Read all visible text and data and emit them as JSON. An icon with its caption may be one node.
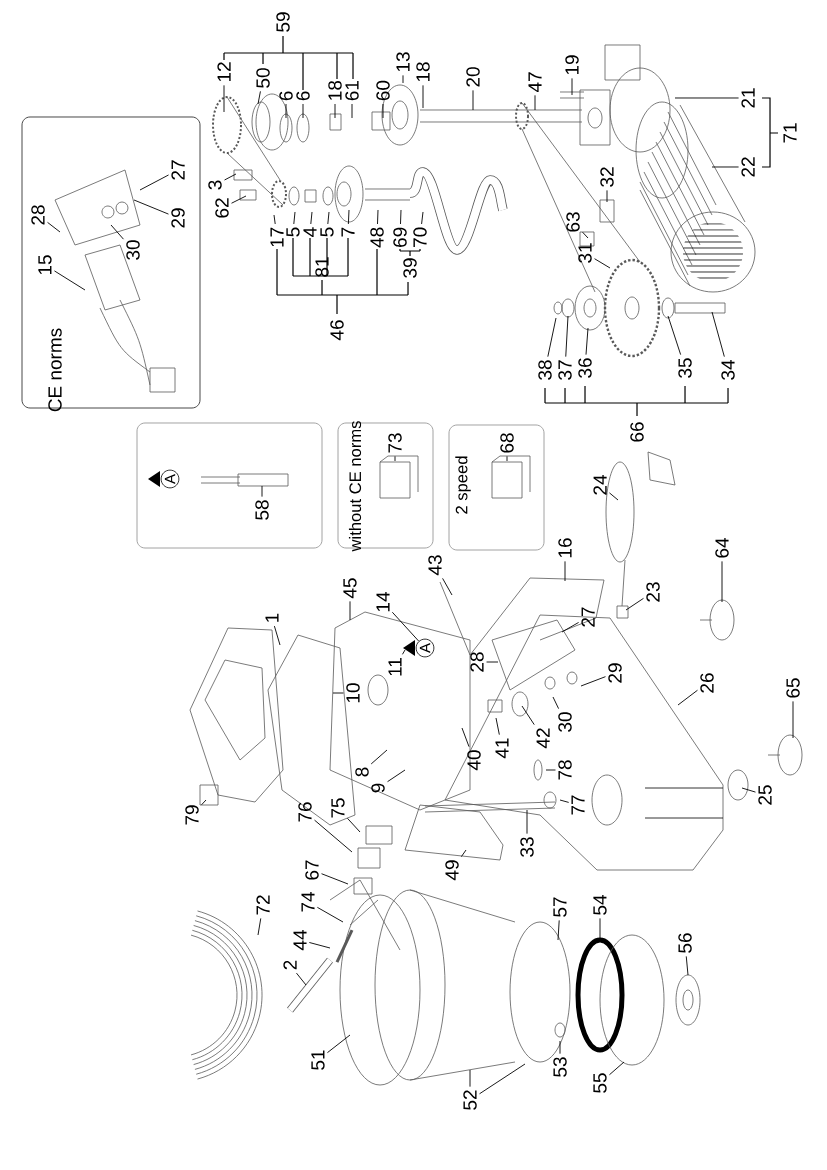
{
  "diagram": {
    "nodes": [
      {
        "text": [
          "CE norms"
        ]
      },
      {
        "text": [
          "15"
        ],
        "in": 0
      },
      {
        "text": [
          "28"
        ],
        "in": 0
      },
      {
        "text": [
          "27"
        ],
        "in": 0
      },
      {
        "text": [
          "29"
        ],
        "in": 0
      },
      {
        "text": [
          "30"
        ],
        "in": 0
      },
      {
        "text": [
          "12"
        ]
      },
      {
        "text": [
          "50"
        ]
      },
      {
        "text": [
          "6"
        ]
      },
      {
        "text": [
          "6"
        ]
      },
      {
        "text": [
          "18"
        ]
      },
      {
        "text": [
          "61"
        ]
      },
      {
        "text": [
          "60"
        ]
      },
      {
        "text": [
          "13"
        ]
      },
      {
        "text": [
          "18"
        ]
      },
      {
        "text": [
          "20"
        ]
      },
      {
        "text": [
          "47"
        ]
      },
      {
        "text": [
          "19"
        ]
      },
      {
        "text": [
          "21"
        ]
      },
      {
        "text": [
          "22"
        ]
      },
      {
        "text": [
          "3"
        ]
      },
      {
        "text": [
          "62"
        ]
      },
      {
        "text": [
          "17"
        ]
      },
      {
        "text": [
          "5"
        ]
      },
      {
        "text": [
          "4"
        ]
      },
      {
        "text": [
          "5"
        ]
      },
      {
        "text": [
          "7"
        ]
      },
      {
        "text": [
          "48"
        ]
      },
      {
        "text": [
          "69"
        ]
      },
      {
        "text": [
          "70"
        ]
      },
      {
        "text": [
          "32"
        ]
      },
      {
        "text": [
          "63"
        ]
      },
      {
        "text": [
          "31"
        ]
      },
      {
        "text": [
          "38"
        ]
      },
      {
        "text": [
          "37"
        ]
      },
      {
        "text": [
          "36"
        ]
      },
      {
        "text": [
          "35"
        ]
      },
      {
        "text": [
          "34"
        ]
      },
      {
        "text": [],
        "shape": "box"
      },
      {
        "text": [
          "A"
        ],
        "in": 38
      },
      {
        "text": [
          "58"
        ],
        "in": 38
      },
      {
        "text": [
          "without CE norms"
        ]
      },
      {
        "text": [
          "73"
        ],
        "in": 41
      },
      {
        "text": [
          "2 speed"
        ]
      },
      {
        "text": [
          "68"
        ],
        "in": 43
      },
      {
        "text": [
          "1"
        ]
      },
      {
        "text": [
          "45"
        ]
      },
      {
        "text": [
          "14"
        ]
      },
      {
        "text": [
          "A"
        ]
      },
      {
        "text": [
          "11"
        ]
      },
      {
        "text": [
          "10"
        ]
      },
      {
        "text": [
          "8"
        ]
      },
      {
        "text": [
          "9"
        ]
      },
      {
        "text": [
          "79"
        ]
      },
      {
        "text": [
          "76"
        ]
      },
      {
        "text": [
          "75"
        ]
      },
      {
        "text": [
          "67"
        ]
      },
      {
        "text": [
          "74"
        ]
      },
      {
        "text": [
          "44"
        ]
      },
      {
        "text": [
          "72"
        ]
      },
      {
        "text": [
          "2"
        ]
      },
      {
        "text": [
          "51"
        ]
      },
      {
        "text": [
          "43"
        ]
      },
      {
        "text": [
          "16"
        ]
      },
      {
        "text": [
          "24"
        ]
      },
      {
        "text": [
          "23"
        ]
      },
      {
        "text": [
          "27"
        ]
      },
      {
        "text": [
          "28"
        ]
      },
      {
        "text": [
          "29"
        ]
      },
      {
        "text": [
          "30"
        ]
      },
      {
        "text": [
          "42"
        ]
      },
      {
        "text": [
          "41"
        ]
      },
      {
        "text": [
          "40"
        ]
      },
      {
        "text": [
          "78"
        ]
      },
      {
        "text": [
          "77"
        ]
      },
      {
        "text": [
          "33"
        ]
      },
      {
        "text": [
          "49"
        ]
      },
      {
        "text": [
          "26"
        ]
      },
      {
        "text": [
          "64"
        ]
      },
      {
        "text": [
          "65"
        ]
      },
      {
        "text": [
          "25"
        ]
      },
      {
        "text": [
          "57"
        ]
      },
      {
        "text": [
          "54"
        ]
      },
      {
        "text": [
          "56"
        ]
      },
      {
        "text": [
          "53"
        ]
      },
      {
        "text": [
          "55"
        ]
      },
      {
        "text": [
          "52"
        ]
      }
    ],
    "edges": [
      {
        "from": 1,
        "to": null,
        "arrow": "none"
      },
      {
        "from": 2,
        "to": null,
        "arrow": "none"
      },
      {
        "from": 3,
        "to": null,
        "arrow": "none"
      },
      {
        "from": 4,
        "to": null,
        "arrow": "none"
      },
      {
        "from": 5,
        "to": null,
        "arrow": "none"
      },
      {
        "from": 6,
        "to": null,
        "arrow": "none"
      },
      {
        "from": 7,
        "to": null,
        "arrow": "none"
      },
      {
        "from": 8,
        "to": null,
        "arrow": "none"
      },
      {
        "from": 9,
        "to": null,
        "arrow": "none"
      },
      {
        "from": 10,
        "to": null,
        "arrow": "none"
      },
      {
        "from": 11,
        "to": null,
        "arrow": "none"
      },
      {
        "from": 12,
        "to": null,
        "arrow": "none"
      },
      {
        "from": 13,
        "to": null,
        "arrow": "none"
      },
      {
        "from": 14,
        "to": null,
        "arrow": "none"
      },
      {
        "from": 15,
        "to": null,
        "arrow": "none"
      },
      {
        "from": 16,
        "to": null,
        "arrow": "none"
      },
      {
        "from": 17,
        "to": null,
        "arrow": "none"
      },
      {
        "from": 18,
        "to": null,
        "arrow": "none"
      },
      {
        "from": 19,
        "to": null,
        "arrow": "none"
      },
      {
        "from": 20,
        "to": null,
        "arrow": "none"
      },
      {
        "from": 21,
        "to": null,
        "arrow": "none"
      },
      {
        "from": 22,
        "to": null,
        "arrow": "none"
      },
      {
        "from": 23,
        "to": null,
        "arrow": "none"
      },
      {
        "from": 24,
        "to": null,
        "arrow": "none"
      },
      {
        "from": 25,
        "to": null,
        "arrow": "none"
      },
      {
        "from": 26,
        "to": null,
        "arrow": "none"
      },
      {
        "from": 27,
        "to": null,
        "arrow": "none"
      },
      {
        "from": 28,
        "to": null,
        "arrow": "none"
      },
      {
        "from": 29,
        "to": null,
        "arrow": "none"
      },
      {
        "from": 30,
        "to": null,
        "arrow": "none"
      },
      {
        "from": 31,
        "to": null,
        "arrow": "none"
      },
      {
        "from": 32,
        "to": null,
        "arrow": "none"
      },
      {
        "from": 33,
        "to": null,
        "arrow": "none"
      },
      {
        "from": 34,
        "to": null,
        "arrow": "none"
      },
      {
        "from": 35,
        "to": null,
        "arrow": "none"
      },
      {
        "from": 36,
        "to": null,
        "arrow": "none"
      },
      {
        "from": 37,
        "to": null,
        "arrow": "none"
      },
      {
        "from": 40,
        "to": null,
        "arrow": "none"
      },
      {
        "from": 42,
        "to": null,
        "arrow": "none"
      },
      {
        "from": 44,
        "to": null,
        "arrow": "none"
      },
      {
        "from": 45,
        "to": null,
        "arrow": "none"
      },
      {
        "from": 46,
        "to": null,
        "arrow": "none"
      },
      {
        "from": 47,
        "to": 48,
        "arrow": "none"
      },
      {
        "from": 49,
        "to": null,
        "arrow": "none"
      },
      {
        "from": 50,
        "to": null,
        "arrow": "none"
      },
      {
        "from": 51,
        "to": null,
        "arrow": "none"
      },
      {
        "from": 52,
        "to": null,
        "arrow": "none"
      },
      {
        "from": 53,
        "to": null,
        "arrow": "none"
      },
      {
        "from": 54,
        "to": null,
        "arrow": "none"
      },
      {
        "from": 55,
        "to": null,
        "arrow": "none"
      },
      {
        "from": 56,
        "to": null,
        "arrow": "none"
      },
      {
        "from": 57,
        "to": null,
        "arrow": "none"
      },
      {
        "from": 58,
        "to": null,
        "arrow": "none"
      },
      {
        "from": 59,
        "to": null,
        "arrow": "none"
      },
      {
        "from": 60,
        "to": null,
        "arrow": "none"
      },
      {
        "from": 61,
        "to": null,
        "arrow": "none"
      },
      {
        "from": 62,
        "to": null,
        "arrow": "none"
      },
      {
        "from": 63,
        "to": null,
        "arrow": "none"
      },
      {
        "from": 64,
        "to": null,
        "arrow": "none"
      },
      {
        "from": 65,
        "to": null,
        "arrow": "none"
      },
      {
        "from": 66,
        "to": null,
        "arrow": "none"
      },
      {
        "from": 67,
        "to": null,
        "arrow": "none"
      },
      {
        "from": 68,
        "to": null,
        "arrow": "none"
      },
      {
        "from": 69,
        "to": null,
        "arrow": "none"
      },
      {
        "from": 70,
        "to": null,
        "arrow": "none"
      },
      {
        "from": 71,
        "to": null,
        "arrow": "none"
      },
      {
        "from": 72,
        "to": null,
        "arrow": "none"
      },
      {
        "from": 73,
        "to": null,
        "arrow": "none"
      },
      {
        "from": 74,
        "to": null,
        "arrow": "none"
      },
      {
        "from": 75,
        "to": null,
        "arrow": "none"
      },
      {
        "from": 76,
        "to": null,
        "arrow": "none"
      },
      {
        "from": 77,
        "to": null,
        "arrow": "none"
      },
      {
        "from": 78,
        "to": null,
        "arrow": "none"
      },
      {
        "from": 79,
        "to": null,
        "arrow": "none"
      },
      {
        "from": 80,
        "to": null,
        "arrow": "none"
      },
      {
        "from": 81,
        "to": null,
        "arrow": "none"
      },
      {
        "from": 82,
        "to": null,
        "arrow": "none"
      },
      {
        "from": 83,
        "to": null,
        "arrow": "none"
      },
      {
        "from": 84,
        "to": null,
        "arrow": "none"
      },
      {
        "from": 85,
        "to": null,
        "arrow": "none"
      },
      {
        "from": 86,
        "to": null,
        "arrow": "none"
      },
      {
        "from": 86,
        "to": null,
        "arrow": "none"
      }
    ],
    "labels": [
      "59",
      "46",
      "81",
      "39",
      "66",
      "71"
    ]
  }
}
